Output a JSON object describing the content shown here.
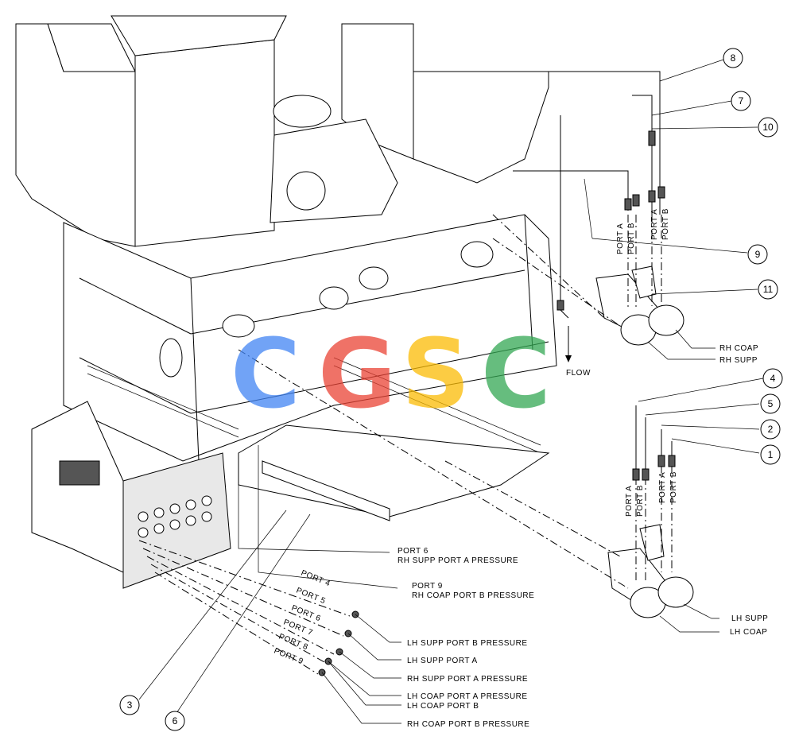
{
  "callouts": [
    "1",
    "2",
    "3",
    "4",
    "5",
    "6",
    "7",
    "8",
    "9",
    "10",
    "11"
  ],
  "labels": {
    "rh_coap": "RH COAP",
    "rh_supp": "RH SUPP",
    "lh_supp": "LH SUPP",
    "lh_coap": "LH COAP",
    "flow": "FLOW",
    "port_a": "PORT A",
    "port_b": "PORT B",
    "port6_title": "PORT 6",
    "port6_desc": "RH SUPP PORT A PRESSURE",
    "port9_title": "PORT 9",
    "port9_desc": "RH COAP PORT B PRESSURE",
    "port4": "PORT 4",
    "port5": "PORT 5",
    "port6": "PORT 6",
    "port7": "PORT 7",
    "port8": "PORT 8",
    "port9": "PORT 9",
    "lh_supp_b_pressure": "LH SUPP PORT B PRESSURE",
    "lh_supp_a": "LH SUPP PORT A",
    "rh_supp_a_pressure": "RH SUPP PORT A PRESSURE",
    "lh_coap_a_pressure": "LH COAP PORT A PRESSURE",
    "lh_coap_b": "LH COAP PORT B",
    "rh_coap_b_pressure": "RH COAP PORT B PRESSURE"
  },
  "watermark": {
    "letters": [
      "C",
      "G",
      "S",
      "C"
    ],
    "colors": [
      "#4285F4",
      "#EA4335",
      "#FBBC05",
      "#34A853"
    ]
  }
}
